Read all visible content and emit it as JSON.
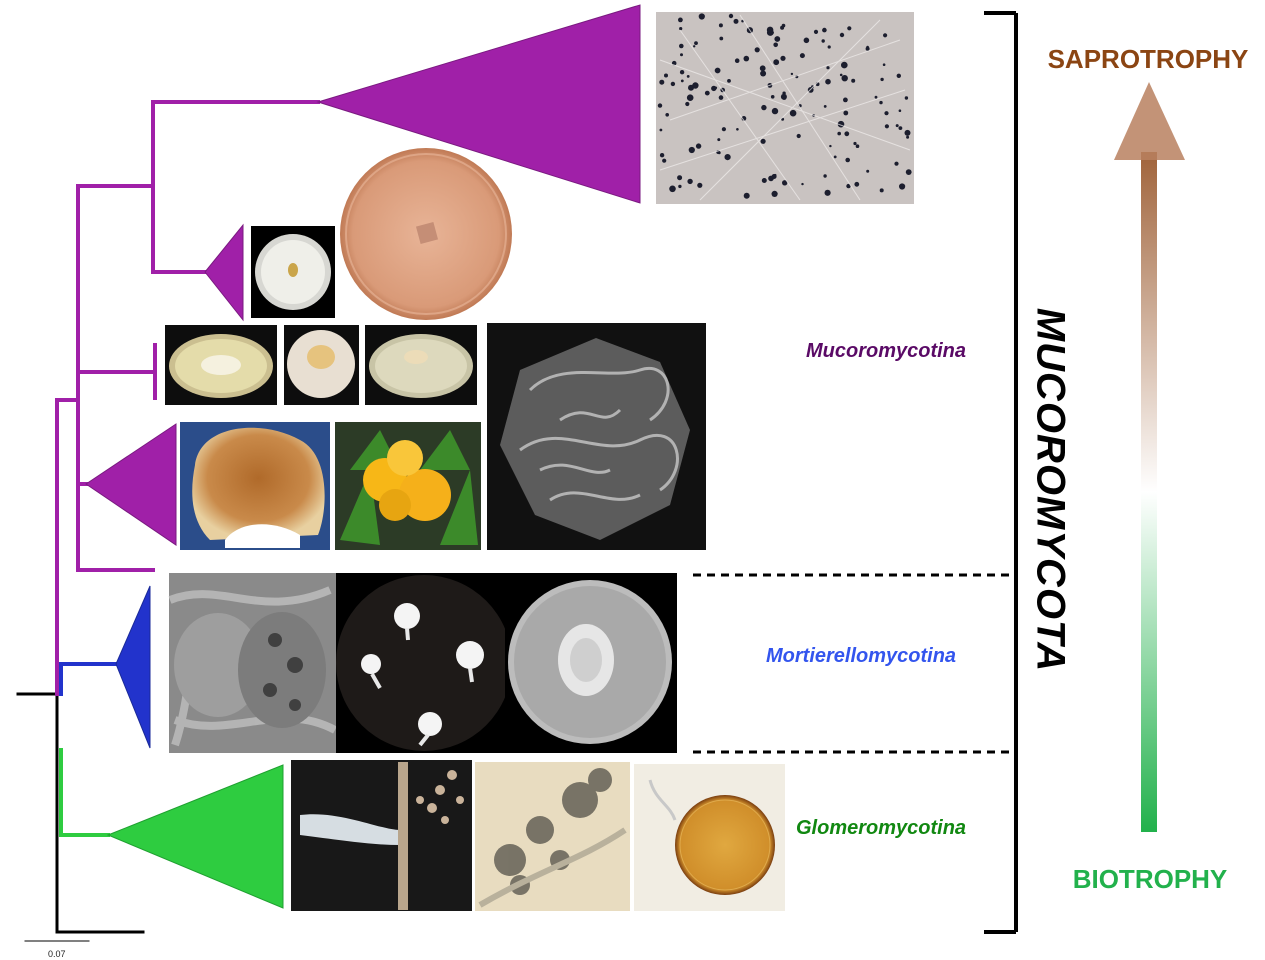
{
  "tree": {
    "scale_bar_value": "0.07",
    "colors": {
      "mucoromycotina": "#a020a8",
      "mortierellomycotina": "#2233cc",
      "glomeromycotina": "#2ecc40",
      "trunk": "#000000"
    }
  },
  "clades": {
    "mucoromycotina": {
      "label": "Mucoromycotina",
      "color": "#5a0a66"
    },
    "mortierellomycotina": {
      "label": "Mortierellomycotina",
      "color": "#3355ee"
    },
    "glomeromycotina": {
      "label": "Glomeromycotina",
      "color": "#118811"
    }
  },
  "phylum": {
    "label": "MUCOROMYCOTA"
  },
  "gradient": {
    "top_label": "SAPROTROPHY",
    "top_color": "#8b4513",
    "bottom_label": "BIOTROPHY",
    "bottom_color": "#22b14c"
  },
  "photos": [
    {
      "name": "photo-sporangia-mycelium",
      "group": "mucoromycotina"
    },
    {
      "name": "photo-orange-colony-disc",
      "group": "mucoromycotina"
    },
    {
      "name": "photo-petri-dish-white-colony",
      "group": "mucoromycotina"
    },
    {
      "name": "photo-petri-dish-1",
      "group": "mucoromycotina"
    },
    {
      "name": "photo-petri-dish-2",
      "group": "mucoromycotina"
    },
    {
      "name": "photo-petri-dish-3",
      "group": "mucoromycotina"
    },
    {
      "name": "photo-sem-spore",
      "group": "mucoromycotina"
    },
    {
      "name": "photo-brown-fruitbody",
      "group": "mucoromycotina"
    },
    {
      "name": "photo-yellow-fruitbodies",
      "group": "mucoromycotina"
    },
    {
      "name": "photo-sem-zygospore",
      "group": "mortierellomycotina"
    },
    {
      "name": "photo-white-fruitbodies-soil",
      "group": "mortierellomycotina"
    },
    {
      "name": "photo-petri-dish-rosette",
      "group": "mortierellomycotina"
    },
    {
      "name": "photo-root-spores",
      "group": "glomeromycotina"
    },
    {
      "name": "photo-arbuscule",
      "group": "glomeromycotina"
    },
    {
      "name": "photo-amf-spore",
      "group": "glomeromycotina"
    }
  ]
}
